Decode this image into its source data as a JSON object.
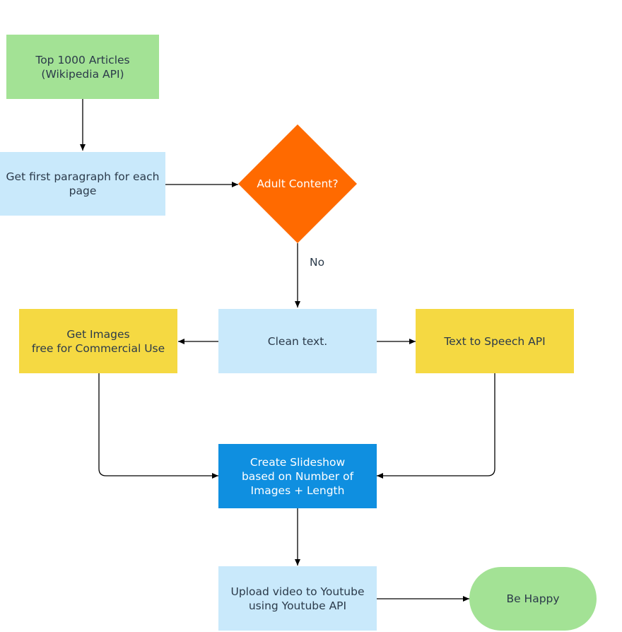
{
  "nodes": {
    "top_articles": "Top 1000 Articles\n(Wikipedia API)",
    "first_paragraph": "Get first paragraph for each\npage",
    "decision": "Adult Content?",
    "clean_text": "Clean text.",
    "get_images": "Get Images\nfree for Commercial Use",
    "text_to_speech": "Text to Speech API",
    "slideshow": "Create Slideshow\nbased on Number of\nImages + Length",
    "upload": "Upload video to Youtube\nusing Youtube API",
    "end": "Be Happy"
  },
  "edge_labels": {
    "decision_no": "No"
  },
  "colors": {
    "start_end": "#a3e295",
    "process_light": "#c9e9fb",
    "process_yellow": "#f5d942",
    "process_blue": "#0f8fe0",
    "decision": "#ff6a00"
  }
}
